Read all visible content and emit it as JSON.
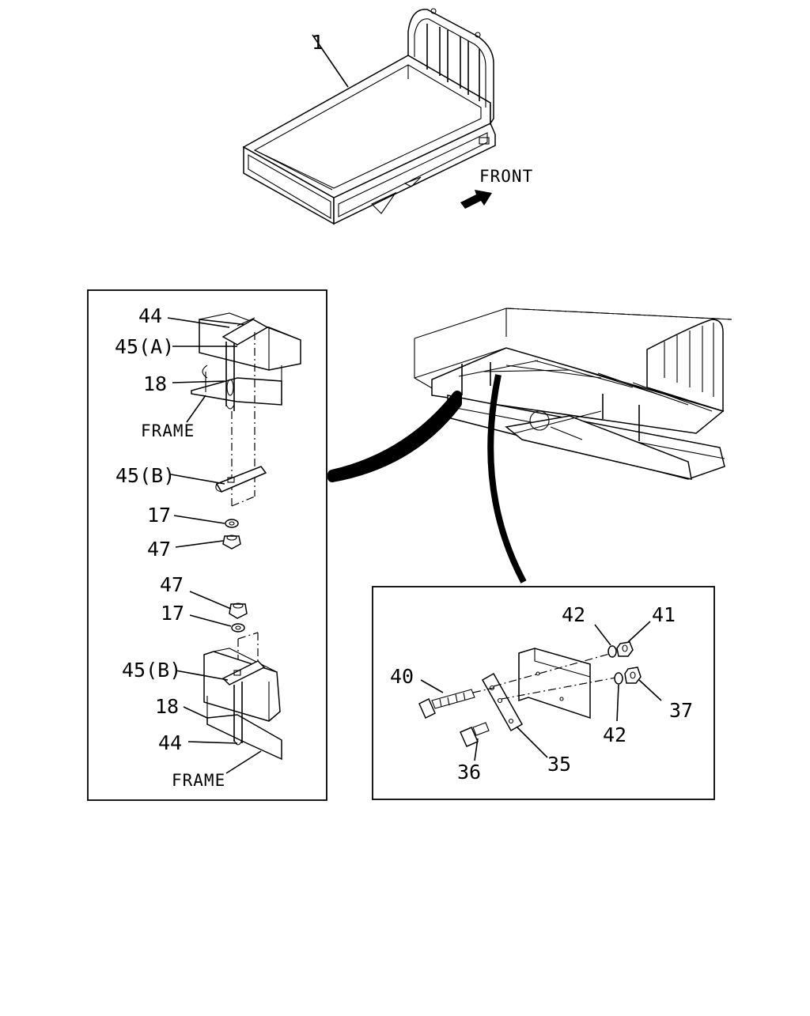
{
  "callouts": {
    "p1": "1",
    "front": "FRONT",
    "left_upper": {
      "p44": "44",
      "p45a": "45(A)",
      "p18": "18",
      "frame": "FRAME",
      "p45b": "45(B)",
      "p17": "17",
      "p47": "47"
    },
    "left_lower": {
      "p47": "47",
      "p17": "17",
      "p45b": "45(B)",
      "p18": "18",
      "p44": "44",
      "frame": "FRAME"
    },
    "right_detail": {
      "p42a": "42",
      "p41": "41",
      "p40": "40",
      "p37": "37",
      "p42b": "42",
      "p36": "36",
      "p35": "35"
    }
  }
}
